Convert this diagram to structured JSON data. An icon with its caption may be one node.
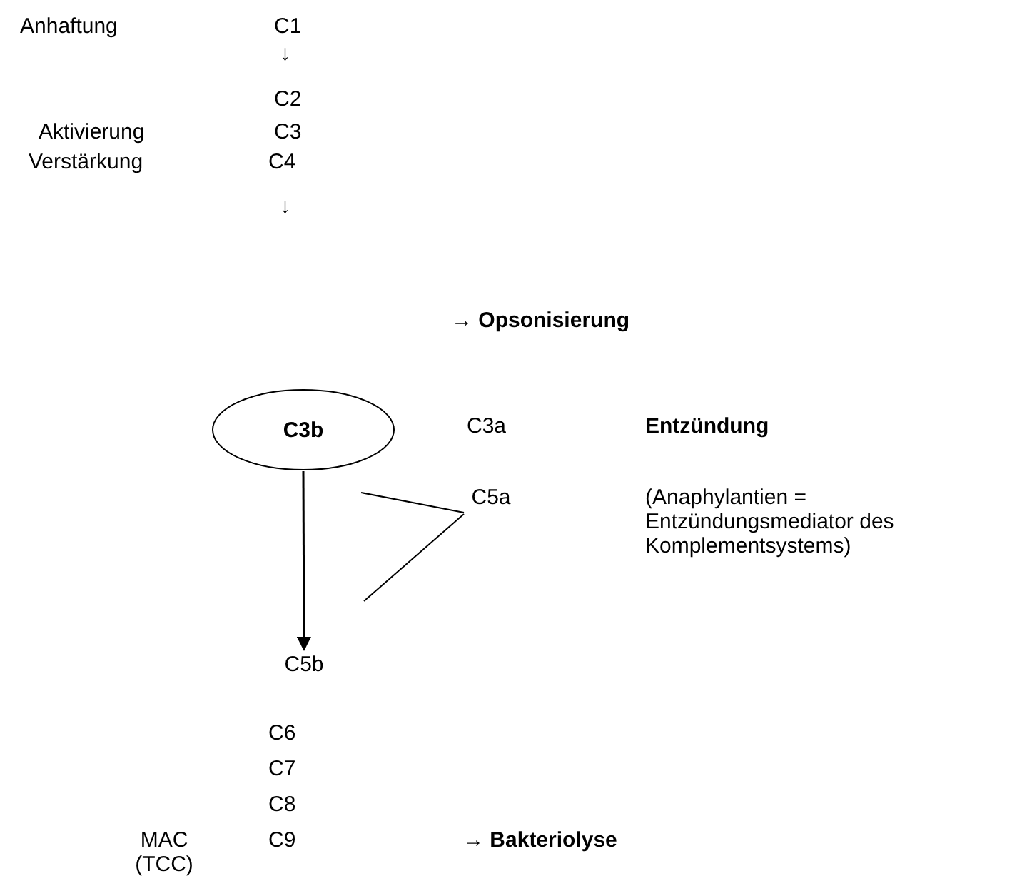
{
  "diagram": {
    "nodes": [
      {
        "text": [
          "C3b"
        ]
      },
      {
        "text": [
          "C5b"
        ]
      },
      {
        "text": [
          "C5a"
        ]
      }
    ],
    "edges": [
      {
        "from": 0,
        "to": 1,
        "arrow": "to"
      },
      {
        "from": 2,
        "to": null,
        "arrow": "none"
      },
      {
        "from": 2,
        "to": null,
        "arrow": "none"
      }
    ],
    "labels": [
      "Anhaftung",
      "C1",
      "↓",
      "C2",
      "Aktivierung",
      "C3",
      "Verstärkung",
      "C4",
      "↓",
      "→ **Opsonisierung**",
      "C3a",
      "Entzündung",
      "(Anaphylantien = Entzündungsmediator des Komplementsystems)",
      "C6",
      "C7",
      "C8",
      "MAC (TCC)",
      "C9",
      "→ **Bakteriolyse**"
    ]
  }
}
